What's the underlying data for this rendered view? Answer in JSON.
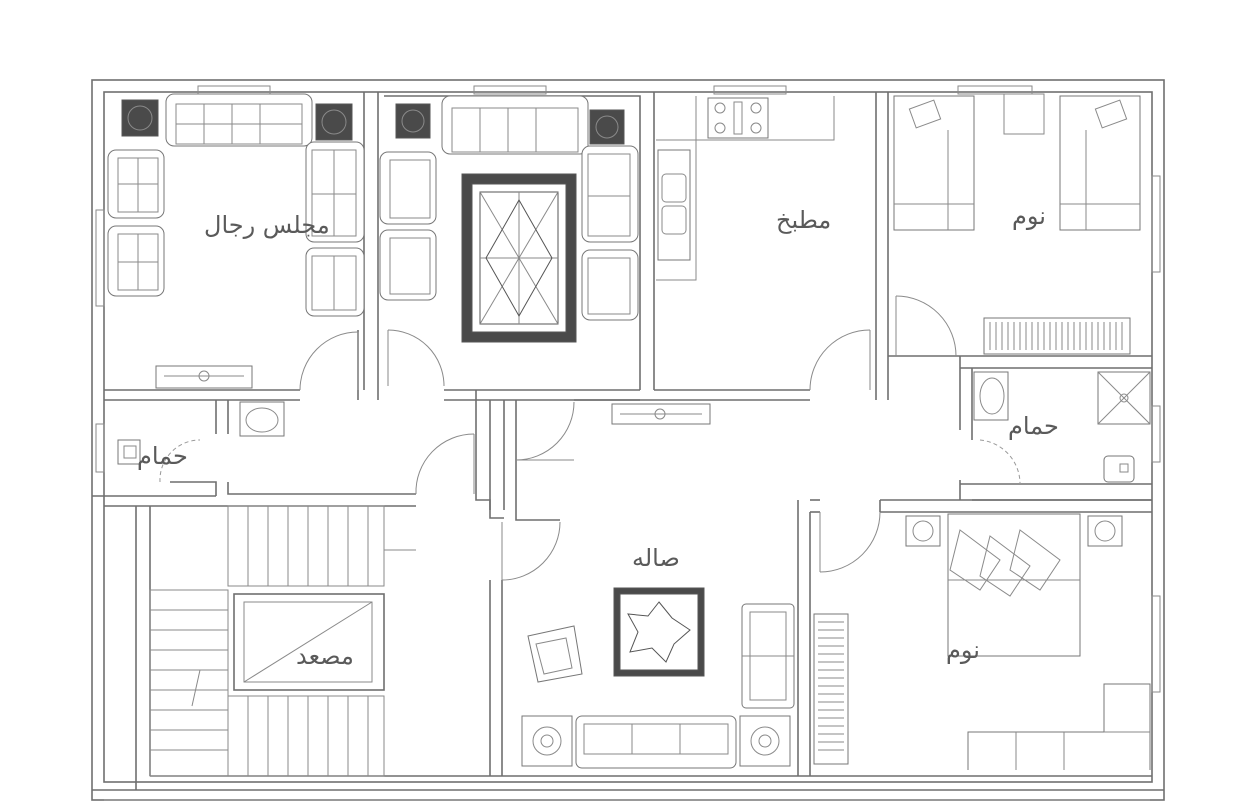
{
  "rooms": {
    "majlis": "مجلس رجال",
    "kitchen": "مطبخ",
    "bedroom_top": "نوم",
    "bath_left": "حمام",
    "bath_right": "حمام",
    "hall": "صاله",
    "elevator": "مصعد",
    "bedroom_bottom": "نوم"
  },
  "icons": [
    "sofa-icon",
    "armchair-icon",
    "rug-icon",
    "stove-icon",
    "sink-icon",
    "bed-icon",
    "toilet-icon",
    "shower-icon",
    "lamp-icon",
    "door-swing-icon",
    "stairs-icon",
    "wardrobe-icon"
  ]
}
